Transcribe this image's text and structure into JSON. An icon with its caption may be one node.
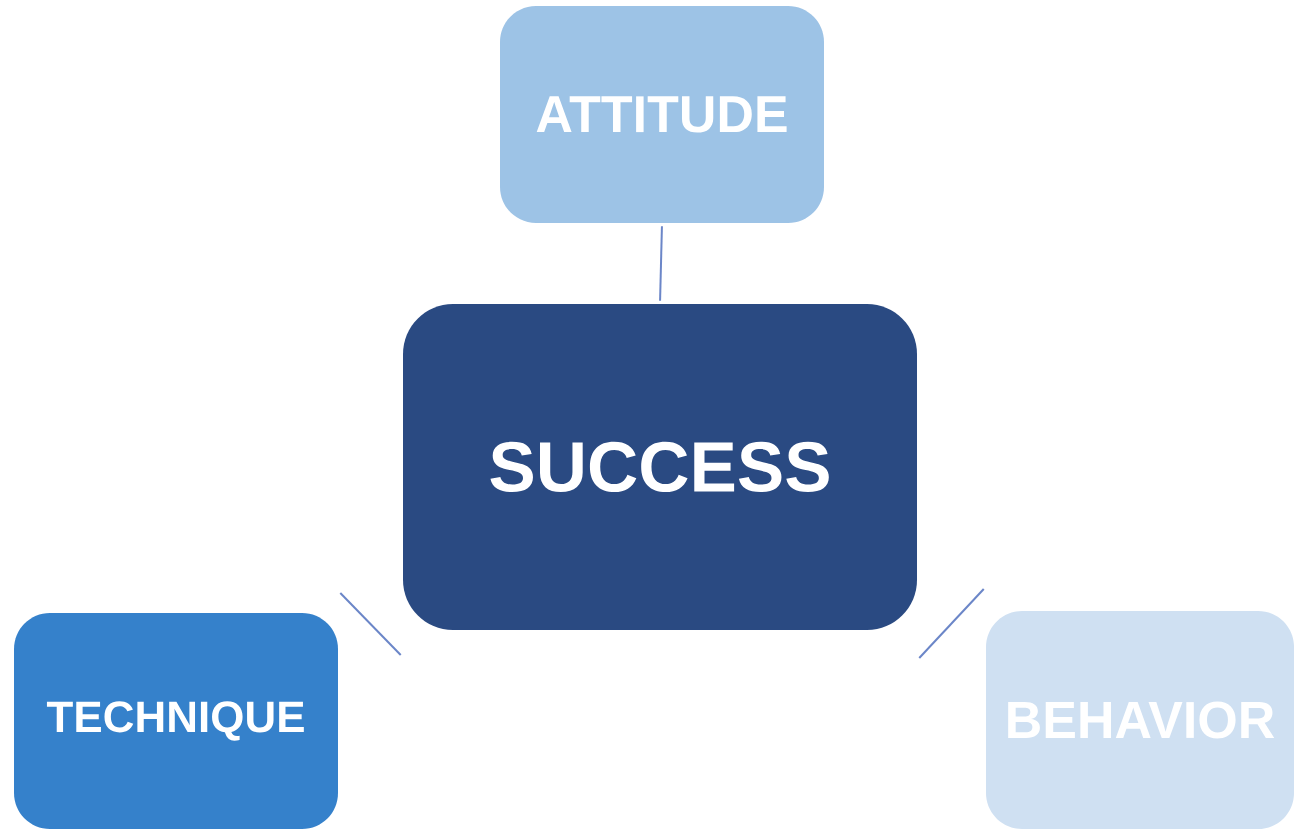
{
  "diagram": {
    "nodes": [
      {
        "text": [
          "SUCCESS"
        ]
      },
      {
        "text": [
          "ATTITUDE"
        ]
      },
      {
        "text": [
          "TECHNIQUE"
        ]
      },
      {
        "text": [
          "BEHAVIOR"
        ]
      }
    ],
    "edges": [
      {
        "from": 0,
        "to": 1,
        "arrow": "none"
      },
      {
        "from": 0,
        "to": 2,
        "arrow": "none"
      },
      {
        "from": 0,
        "to": 3,
        "arrow": "none"
      }
    ]
  }
}
